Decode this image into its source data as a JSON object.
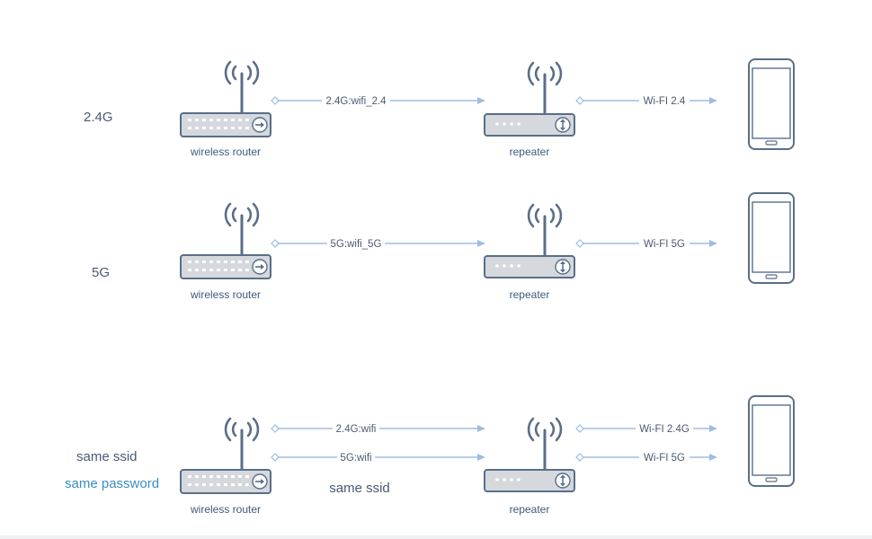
{
  "rows": [
    {
      "band_label": "2.4G",
      "router_label": "wireless router",
      "uplinks": [
        "2.4G:wifi_2.4"
      ],
      "repeater_label": "repeater",
      "downlinks": [
        "Wi-FI 2.4"
      ]
    },
    {
      "band_label": "5G",
      "router_label": "wireless router",
      "uplinks": [
        "5G:wifi_5G"
      ],
      "repeater_label": "repeater",
      "downlinks": [
        "Wi-FI 5G"
      ]
    },
    {
      "band_label": "same ssid",
      "band_sublabel": "same password",
      "router_label": "wireless router",
      "uplinks": [
        "2.4G:wifi",
        "5G:wifi"
      ],
      "uplinks_note": "same ssid",
      "repeater_label": "repeater",
      "downlinks": [
        "Wi-FI 2.4G",
        "Wi-FI 5G"
      ]
    }
  ],
  "colors": {
    "accent_text": "#3a8fc4",
    "connector": "#9dbde0",
    "device_outline": "#5a6e88"
  }
}
